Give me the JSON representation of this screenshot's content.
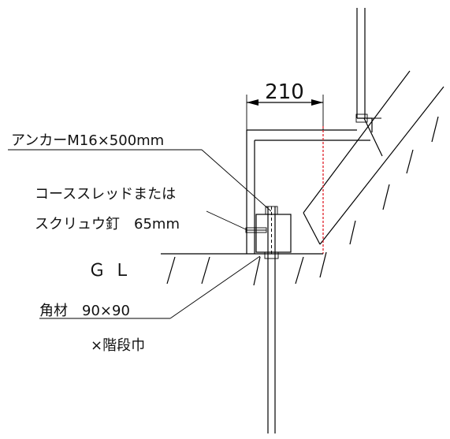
{
  "drawing": {
    "dimension": "210",
    "labels": {
      "anchor": "アンカーM16×500mm",
      "screw_line1": "コーススレッドまたは",
      "screw_line2": "スクリュウ釘　65mm",
      "ground": "ＧＬ",
      "lumber_line1": "角材　90×90",
      "lumber_line2": "×階段巾"
    },
    "colors": {
      "line": "#000000",
      "centerline": "#e0202a",
      "text": "#111111"
    }
  }
}
